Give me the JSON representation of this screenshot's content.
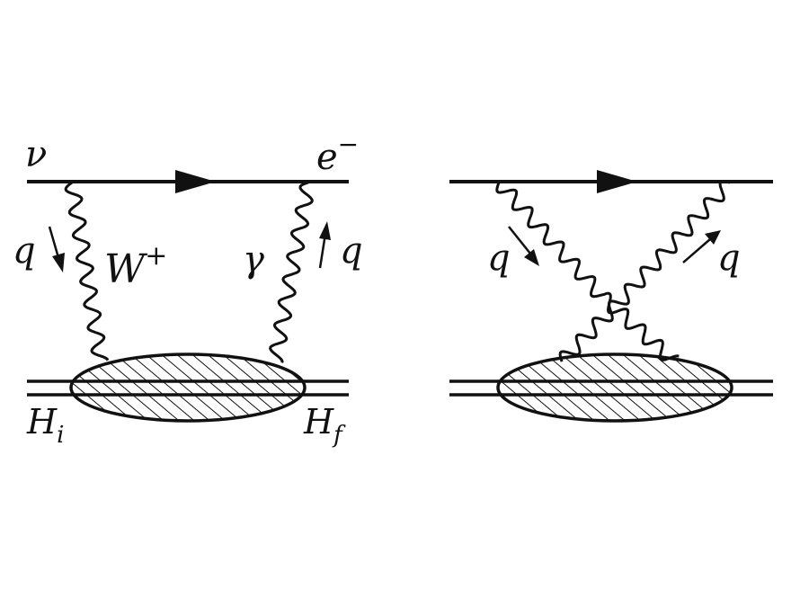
{
  "colors": {
    "ink": "#111111",
    "background": "#ffffff"
  },
  "left_diagram": {
    "incoming_lepton": "ν",
    "outgoing_lepton_base": "e",
    "outgoing_lepton_sup": "−",
    "momentum_left": "q",
    "momentum_right": "q",
    "boson_left_base": "W",
    "boson_left_sup": "+",
    "boson_right": "γ",
    "hadron_initial_base": "H",
    "hadron_initial_sub": "i",
    "hadron_final_base": "H",
    "hadron_final_sub": "f"
  },
  "right_diagram": {
    "momentum_left": "q",
    "momentum_right": "q"
  }
}
